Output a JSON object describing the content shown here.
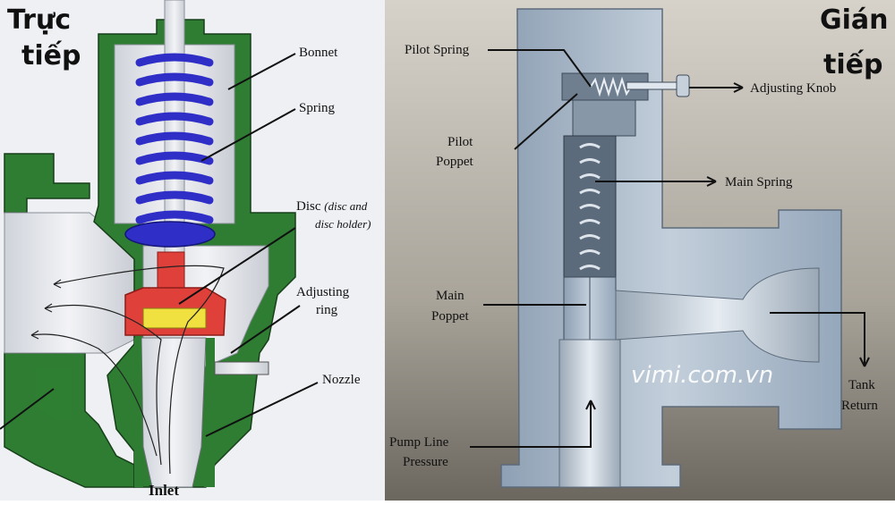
{
  "left_panel": {
    "title_line1": "Trực",
    "title_line2": "tiếp",
    "labels": {
      "bonnet": "Bonnet",
      "spring": "Spring",
      "disc": "Disc",
      "disc_note_1": "(disc and",
      "disc_note_2": "disc holder)",
      "adjusting_1": "Adjusting",
      "adjusting_2": "ring",
      "nozzle": "Nozzle",
      "inlet": "Inlet"
    },
    "colors": {
      "body": "#2e7d32",
      "spring": "#2f2fc8",
      "disc": "#e0403a",
      "ring": "#f0e040",
      "panel_bg": "#eef0f4"
    }
  },
  "right_panel": {
    "title_line1": "Gián",
    "title_line2": "tiếp",
    "labels": {
      "pilot_spring": "Pilot Spring",
      "adjusting_knob": "Adjusting Knob",
      "pilot_poppet_1": "Pilot",
      "pilot_poppet_2": "Poppet",
      "main_spring": "Main Spring",
      "main_poppet_1": "Main",
      "main_poppet_2": "Poppet",
      "tank_return_1": "Tank",
      "tank_return_2": "Return",
      "pump_1": "Pump Line",
      "pump_2": "Pressure"
    },
    "watermark": "vimi.com.vn",
    "colors": {
      "body": "#a9b8c8",
      "bg_top": "#cfcac0",
      "bg_bottom": "#6e6a62"
    }
  }
}
